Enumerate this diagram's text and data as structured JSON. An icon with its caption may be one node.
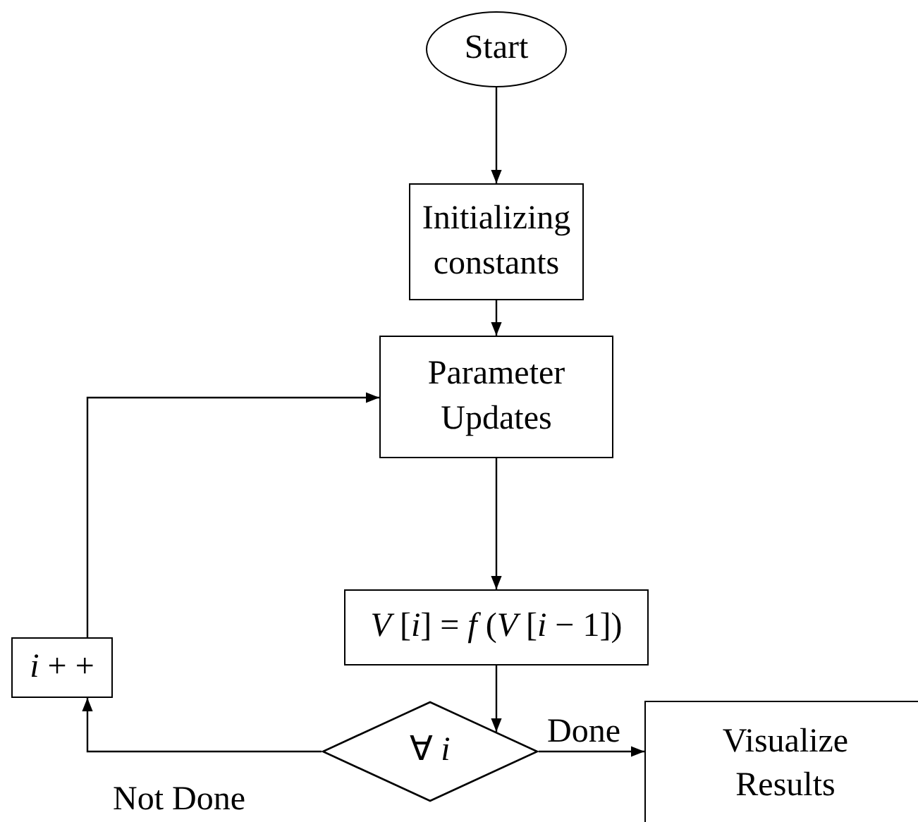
{
  "diagram": {
    "nodes": [
      {
        "text": [
          "Start"
        ]
      },
      {
        "text": [
          "Initializing constants"
        ]
      },
      {
        "text": [
          "Parameter Updates"
        ]
      },
      {
        "text": [
          "*V* [*i*] = *f* (*V* [*i* − 1])"
        ]
      },
      {
        "text": [
          "∀ *i*"
        ]
      },
      {
        "text": [
          "Visualize Results"
        ]
      },
      {
        "text": [
          "*i* + +"
        ]
      }
    ],
    "edges": [
      {
        "from": 0,
        "to": 1,
        "arrow": "to"
      },
      {
        "from": 1,
        "to": 2,
        "arrow": "to"
      },
      {
        "from": 2,
        "to": 3,
        "arrow": "to"
      },
      {
        "from": 3,
        "to": 4,
        "arrow": "to"
      },
      {
        "from": 4,
        "to": 5,
        "arrow": "to",
        "label": "Done"
      },
      {
        "from": 4,
        "to": 6,
        "arrow": "to",
        "label": "Not Done"
      },
      {
        "from": 6,
        "to": 2,
        "arrow": "to"
      }
    ]
  }
}
